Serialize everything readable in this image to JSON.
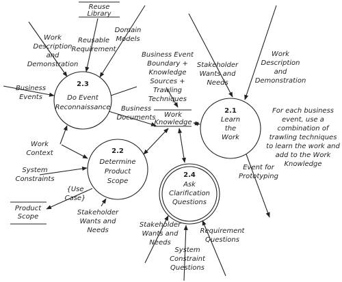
{
  "processes": {
    "p21": {
      "number": "2.1",
      "lines": [
        "Learn",
        "the",
        "Work"
      ]
    },
    "p22": {
      "number": "2.2",
      "lines": [
        "Determine",
        "Product",
        "Scope"
      ]
    },
    "p23": {
      "number": "2.3",
      "lines": [
        "Do Event",
        "Reconnaissance"
      ]
    },
    "p24": {
      "number": "2.4",
      "lines": [
        "Ask",
        "Clarification",
        "Questions"
      ]
    }
  },
  "stores": {
    "reuse_library": [
      "Reuse",
      "Library"
    ],
    "work_knowledge": [
      "Work",
      "Knowledge"
    ],
    "product_scope": [
      "Product",
      "Scope"
    ]
  },
  "flows": {
    "work_desc_demo_left": [
      "Work",
      "Description",
      "and",
      "Demonstration"
    ],
    "reusable_requirement": [
      "Reusable",
      "Requirement"
    ],
    "domain_models": [
      "Domain",
      "Models"
    ],
    "business_events": [
      "Business",
      "Events"
    ],
    "business_event_boundary": [
      "Business Event",
      "Boundary +",
      "Knowledge",
      "Sources +",
      "Trawling",
      "Techniques"
    ],
    "stakeholder_wants_top": [
      "Stakeholder",
      "Wants and",
      "Needs"
    ],
    "work_desc_demo_right": [
      "Work",
      "Description",
      "and",
      "Demonstration"
    ],
    "business_documents": [
      "Business",
      "Documents"
    ],
    "work_context": [
      "Work",
      "Context"
    ],
    "system_constraints": [
      "System",
      "Constraints"
    ],
    "use_case": [
      "{Use",
      "Case}"
    ],
    "event_for_prototyping": [
      "Event for",
      "Prototyping"
    ],
    "stakeholder_wants_mid": [
      "Stakeholder",
      "Wants and",
      "Needs"
    ],
    "stakeholder_wants_bottom": [
      "Stakeholder",
      "Wants and",
      "Needs"
    ],
    "system_constraint_questions": [
      "System",
      "Constraint",
      "Questions"
    ],
    "requirement_questions": [
      "Requirement",
      "Questions"
    ]
  },
  "annotation": [
    "For each business",
    "event, use a",
    "combination of",
    "trawling techniques",
    "to learn the work and",
    "add to the Work",
    "Knowledge"
  ]
}
